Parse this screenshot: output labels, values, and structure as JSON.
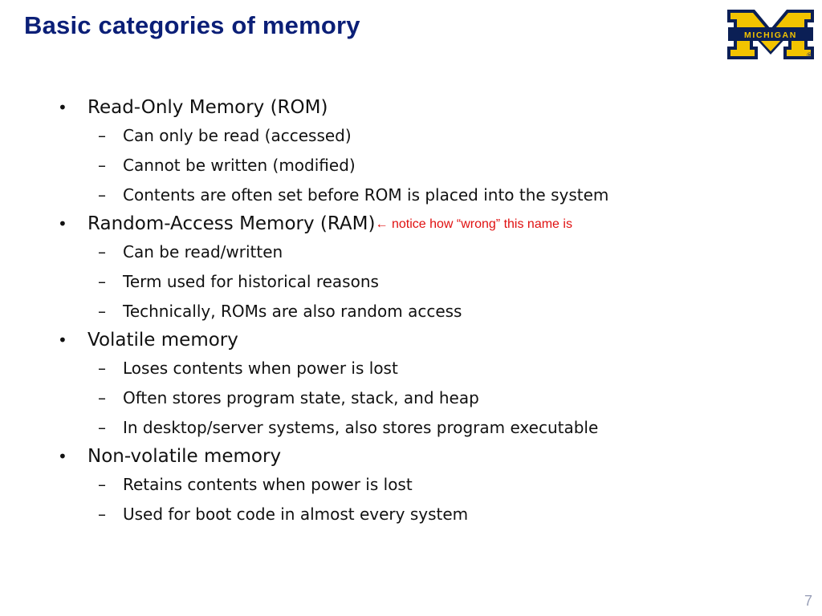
{
  "slide": {
    "title": "Basic categories of memory",
    "logo_text": "MICHIGAN",
    "logo_mark": "®",
    "page_number": "7",
    "bullet_glyph": "•",
    "dash_glyph": "–",
    "arrow_glyph": "←",
    "colors": {
      "title": "#0b1f77",
      "body": "#111111",
      "note": "#e01010",
      "maize": "#f2c300",
      "blue": "#0b1f55"
    },
    "items": [
      {
        "text": "Read-Only Memory (ROM)",
        "note": "",
        "sub": [
          "Can only be read (accessed)",
          "Cannot be written (modified)",
          "Contents are often set before ROM is placed into the system"
        ]
      },
      {
        "text": "Random-Access Memory (RAM)",
        "note": "notice how “wrong” this name is",
        "sub": [
          "Can be read/written",
          "Term used for historical reasons",
          "Technically, ROMs are also random access"
        ]
      },
      {
        "text": "Volatile memory",
        "note": "",
        "sub": [
          "Loses contents when power is lost",
          "Often stores program state, stack, and heap",
          "In desktop/server systems, also stores program executable"
        ]
      },
      {
        "text": "Non-volatile memory",
        "note": "",
        "sub": [
          "Retains contents when power is lost",
          "Used for boot code in almost every system"
        ]
      }
    ]
  }
}
